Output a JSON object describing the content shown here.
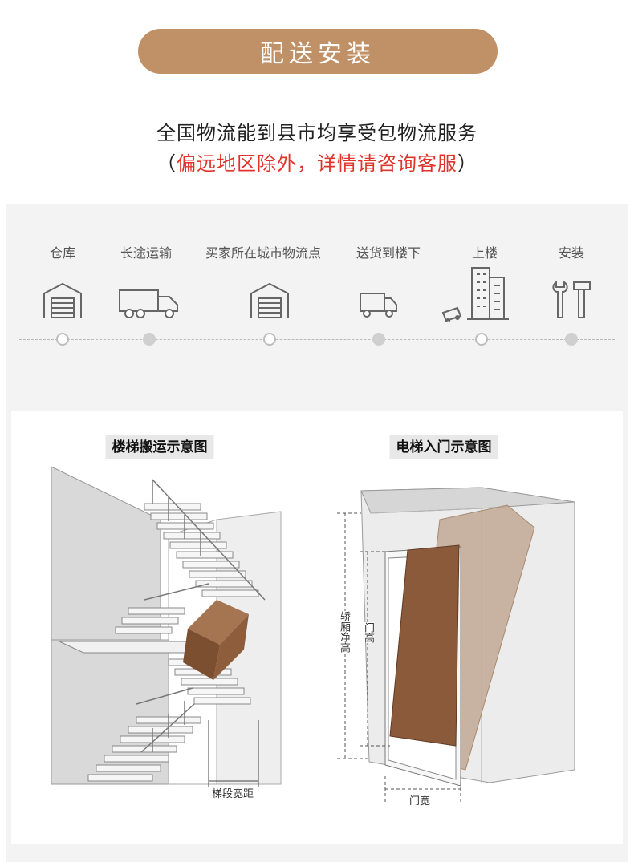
{
  "banner": {
    "title": "配送安装"
  },
  "subtitle": {
    "line1": "全国物流能到县市均享受包物流服务",
    "open_paren": "（",
    "note": "偏远地区除外，详情请咨询客服",
    "close_paren": "）"
  },
  "steps": [
    {
      "label": "仓库",
      "icon": "warehouse-icon",
      "dot": "hollow"
    },
    {
      "label": "长途运输",
      "icon": "truck-icon",
      "dot": "solid"
    },
    {
      "label": "买家所在城市物流点",
      "icon": "warehouse-icon",
      "dot": "hollow"
    },
    {
      "label": "送货到楼下",
      "icon": "truck-icon",
      "dot": "solid"
    },
    {
      "label": "上楼",
      "icon": "building-icon",
      "dot": "hollow"
    },
    {
      "label": "安装",
      "icon": "tools-icon",
      "dot": "solid"
    }
  ],
  "figures": {
    "stairs": {
      "title": "楼梯搬运示意图",
      "width_label": "梯段宽距"
    },
    "elevator": {
      "title": "电梯入门示意图",
      "car_height_label": "轿厢净高",
      "door_height_label": "门高",
      "door_width_label": "门宽"
    }
  },
  "colors": {
    "accent": "#c09066",
    "note_red": "#e0342b",
    "band_bg": "#f3f3f3",
    "box_brown": "#8a5a3a"
  }
}
